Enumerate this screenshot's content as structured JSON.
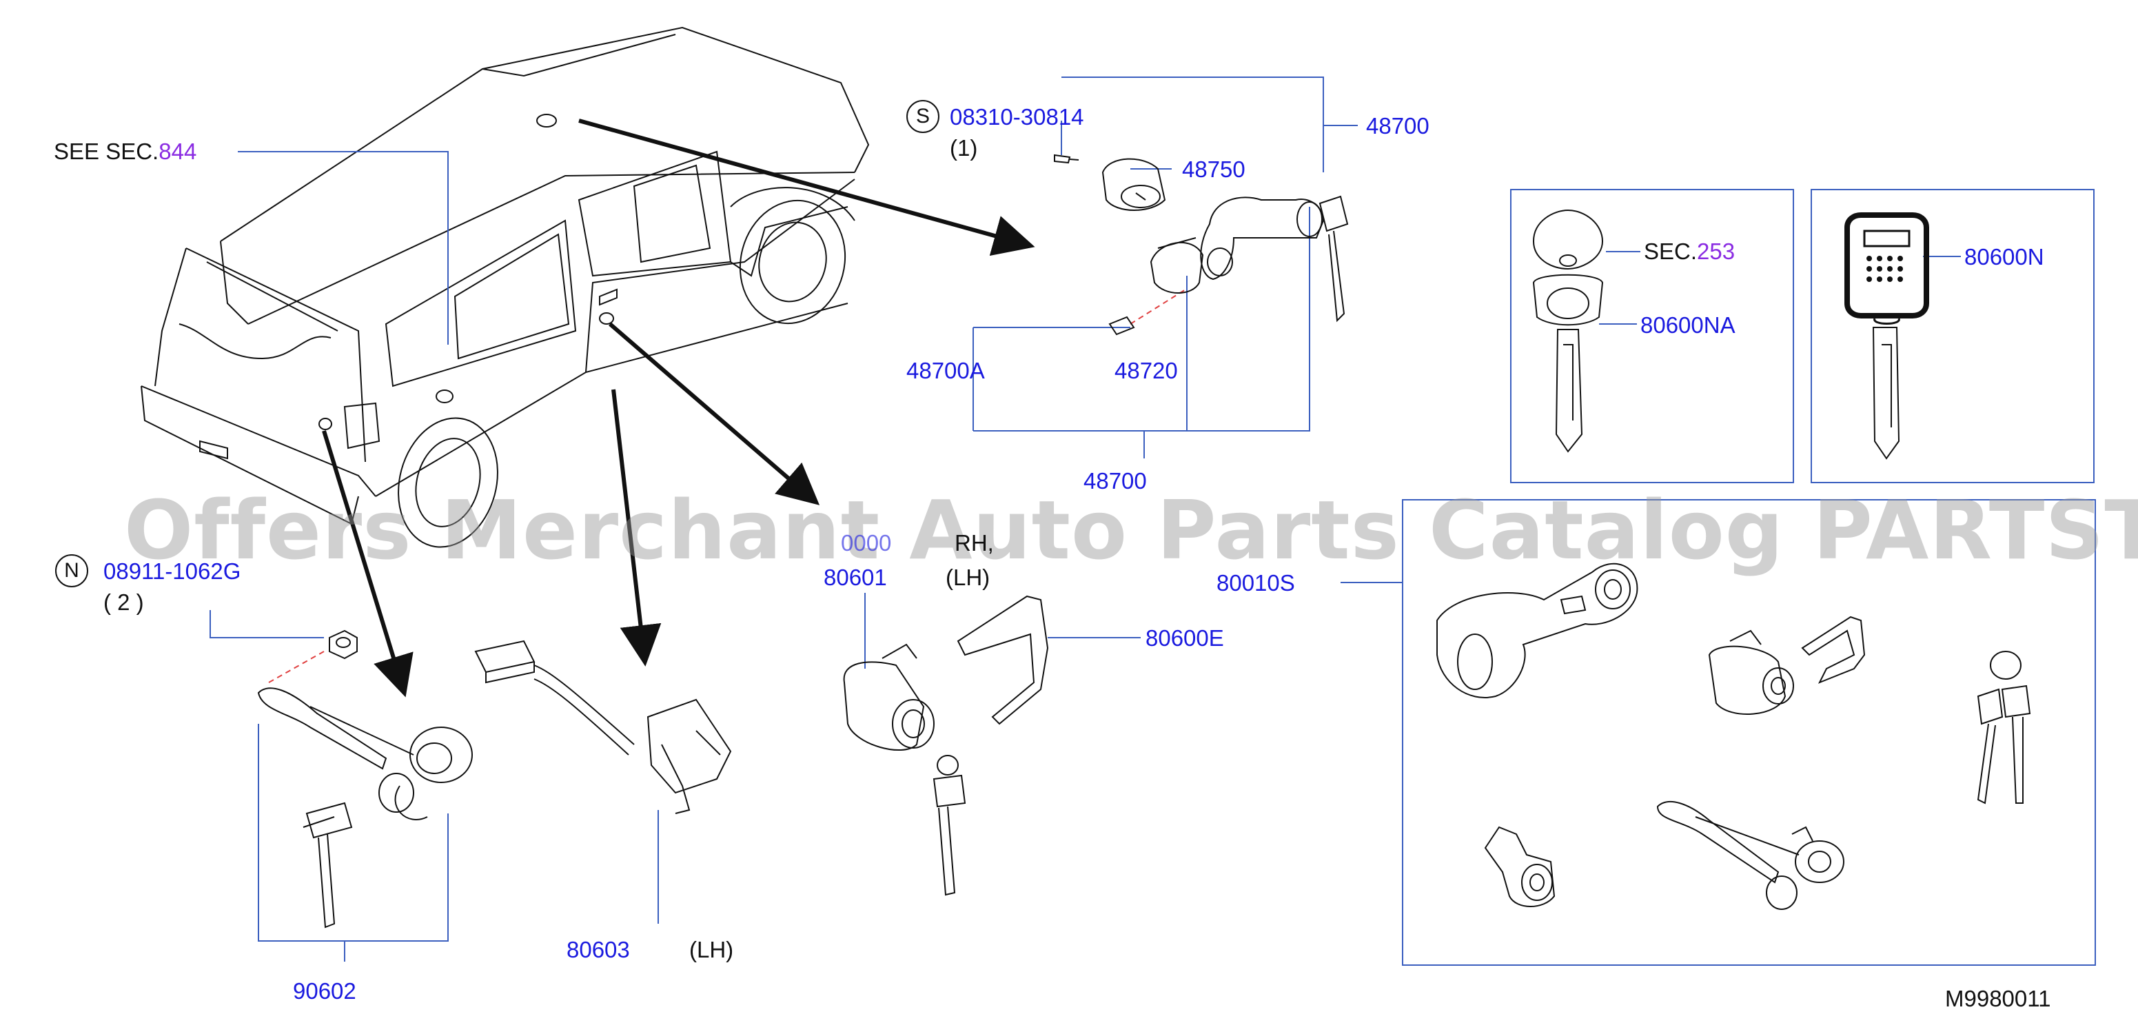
{
  "diagram": {
    "catalog_code": "M9980011",
    "watermark": "Offers Merchant Auto Parts Catalog PARTSTORE.SA",
    "see_section": {
      "prefix": "SEE  SEC.",
      "number": "844"
    },
    "callouts": {
      "screw_symbol": "S",
      "screw_part": "08310-30814",
      "screw_qty": "(1)",
      "nut_symbol": "N",
      "nut_part": "08911-1062G",
      "nut_qty": "( 2 )",
      "p48700_top": "48700",
      "p48750": "48750",
      "p48700A": "48700A",
      "p48720": "48720",
      "p48700_bottom": "48700",
      "p80601_partial": "0000",
      "p80601": "80601",
      "rh": "RH,",
      "lh_80601": "(LH)",
      "p80600E": "80600E",
      "p80603": "80603",
      "lh_80603": "(LH)",
      "p90602": "90602",
      "p80010S": "80010S",
      "key_sec_prefix": "SEC.",
      "key_sec_number": "253",
      "p80600NA": "80600NA",
      "p80600N": "80600N"
    },
    "colors": {
      "part_number": "#1a1adf",
      "section_number": "#8a2be2",
      "leader_line": "#3b5fbf",
      "drawing": "#111111"
    }
  }
}
